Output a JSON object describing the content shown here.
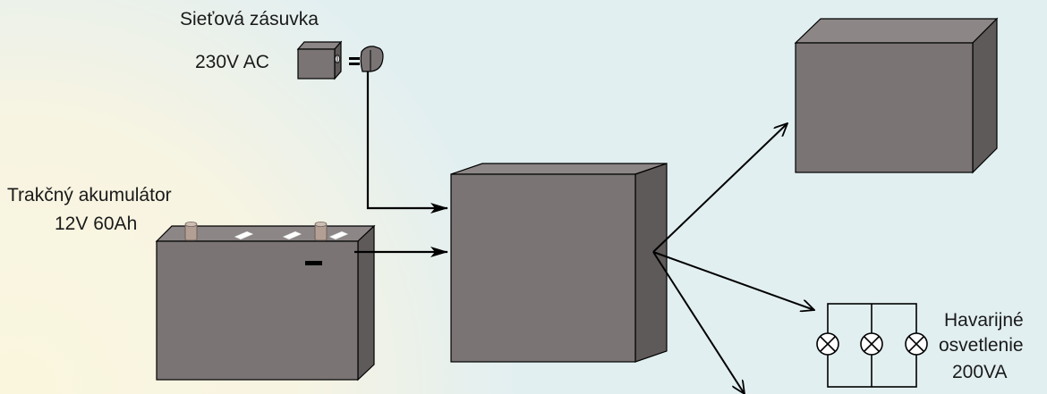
{
  "labels": {
    "socket_title": "Sieťová zásuvka",
    "socket_voltage": "230V AC",
    "battery_title": "Trakčný akumulátor",
    "battery_spec": "12V 60Ah",
    "light_line1": "Havarijné",
    "light_line2": "osvetlenie",
    "light_line3": "200VA"
  },
  "colors": {
    "background_top": "#e2eff1",
    "background_glow": "#faf6de",
    "box_face": "#7a7474",
    "box_side": "#5f5a5a",
    "box_top": "#8c8686",
    "outline": "#000000",
    "terminal": "#b39f93"
  },
  "icons": [
    "socket-icon",
    "plug-icon",
    "lamp-icon",
    "arrow-head"
  ]
}
